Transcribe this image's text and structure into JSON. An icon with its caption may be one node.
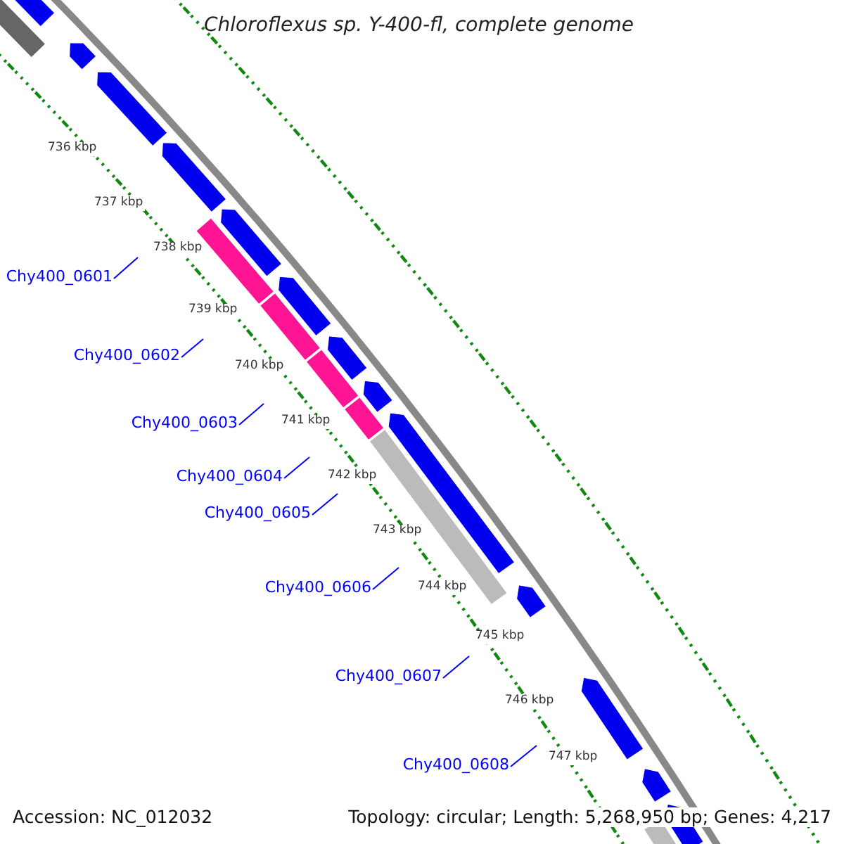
{
  "diagram": {
    "title": "Chloroflexus sp. Y-400-fl, complete genome",
    "nodes": [
      {
        "text": [
          "Chy400_0601"
        ]
      },
      {
        "text": [
          "Chy400_0602"
        ]
      },
      {
        "text": [
          "Chy400_0603"
        ]
      },
      {
        "text": [
          "Chy400_0604"
        ]
      },
      {
        "text": [
          "Chy400_0605"
        ]
      },
      {
        "text": [
          "Chy400_0606"
        ]
      },
      {
        "text": [
          "Chy400_0607"
        ]
      },
      {
        "text": [
          "Chy400_0608"
        ]
      }
    ],
    "edges": [
      {
        "from": 0,
        "to": null,
        "arrow": "none"
      },
      {
        "from": 1,
        "to": null,
        "arrow": "none"
      },
      {
        "from": 2,
        "to": null,
        "arrow": "none"
      },
      {
        "from": 3,
        "to": null,
        "arrow": "none"
      },
      {
        "from": 4,
        "to": null,
        "arrow": "none"
      },
      {
        "from": 5,
        "to": null,
        "arrow": "none"
      },
      {
        "from": 6,
        "to": null,
        "arrow": "none"
      },
      {
        "from": 7,
        "to": null,
        "arrow": "none"
      }
    ],
    "labels": [
      "736 kbp",
      "737 kbp",
      "738 kbp",
      "739 kbp",
      "740 kbp",
      "741 kbp",
      "742 kbp",
      "743 kbp",
      "744 kbp",
      "745 kbp",
      "746 kbp",
      "747 kbp",
      "Accession: NC_012032",
      "Topology: circular; Length: 5,268,950 bp; Genes: 4,217"
    ]
  }
}
